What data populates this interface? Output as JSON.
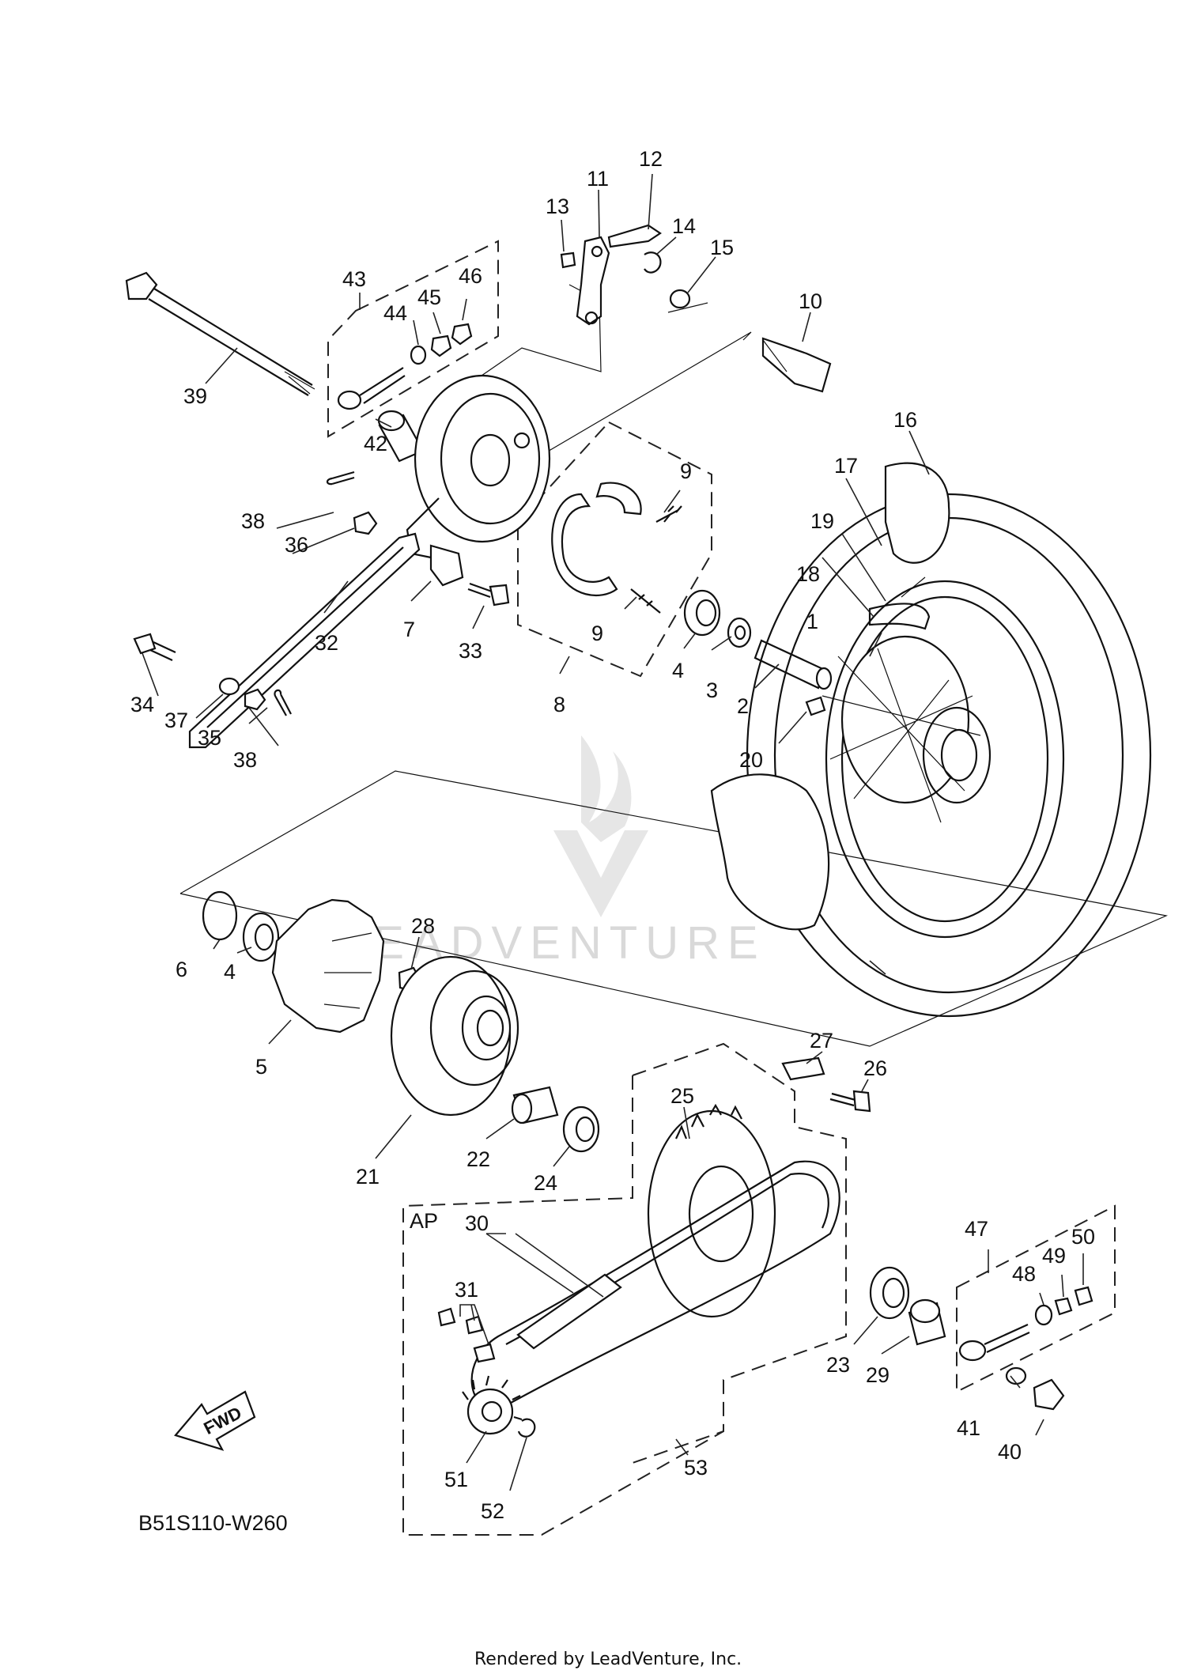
{
  "diagram": {
    "ap_label": "AP",
    "fwd_label": "FWD",
    "diagram_code": "B51S110-W260",
    "footer": "Rendered by LeadVenture, Inc.",
    "watermark": "LEADVENTURE",
    "parts": [
      {
        "id": "p1",
        "label": "1"
      },
      {
        "id": "p2",
        "label": "2"
      },
      {
        "id": "p3",
        "label": "3"
      },
      {
        "id": "p4a",
        "label": "4"
      },
      {
        "id": "p4b",
        "label": "4"
      },
      {
        "id": "p5",
        "label": "5"
      },
      {
        "id": "p6",
        "label": "6"
      },
      {
        "id": "p7",
        "label": "7"
      },
      {
        "id": "p8",
        "label": "8"
      },
      {
        "id": "p9a",
        "label": "9"
      },
      {
        "id": "p9b",
        "label": "9"
      },
      {
        "id": "p10",
        "label": "10"
      },
      {
        "id": "p11",
        "label": "11"
      },
      {
        "id": "p12",
        "label": "12"
      },
      {
        "id": "p13",
        "label": "13"
      },
      {
        "id": "p14",
        "label": "14"
      },
      {
        "id": "p15",
        "label": "15"
      },
      {
        "id": "p16",
        "label": "16"
      },
      {
        "id": "p17",
        "label": "17"
      },
      {
        "id": "p18",
        "label": "18"
      },
      {
        "id": "p19",
        "label": "19"
      },
      {
        "id": "p20",
        "label": "20"
      },
      {
        "id": "p21",
        "label": "21"
      },
      {
        "id": "p22",
        "label": "22"
      },
      {
        "id": "p23",
        "label": "23"
      },
      {
        "id": "p24",
        "label": "24"
      },
      {
        "id": "p25",
        "label": "25"
      },
      {
        "id": "p26",
        "label": "26"
      },
      {
        "id": "p27",
        "label": "27"
      },
      {
        "id": "p28",
        "label": "28"
      },
      {
        "id": "p29",
        "label": "29"
      },
      {
        "id": "p30",
        "label": "30"
      },
      {
        "id": "p31",
        "label": "31"
      },
      {
        "id": "p32",
        "label": "32"
      },
      {
        "id": "p33",
        "label": "33"
      },
      {
        "id": "p34",
        "label": "34"
      },
      {
        "id": "p35",
        "label": "35"
      },
      {
        "id": "p36",
        "label": "36"
      },
      {
        "id": "p37",
        "label": "37"
      },
      {
        "id": "p38a",
        "label": "38"
      },
      {
        "id": "p38b",
        "label": "38"
      },
      {
        "id": "p39",
        "label": "39"
      },
      {
        "id": "p40",
        "label": "40"
      },
      {
        "id": "p41",
        "label": "41"
      },
      {
        "id": "p42",
        "label": "42"
      },
      {
        "id": "p43",
        "label": "43"
      },
      {
        "id": "p44",
        "label": "44"
      },
      {
        "id": "p45",
        "label": "45"
      },
      {
        "id": "p46",
        "label": "46"
      },
      {
        "id": "p47",
        "label": "47"
      },
      {
        "id": "p48",
        "label": "48"
      },
      {
        "id": "p49",
        "label": "49"
      },
      {
        "id": "p50",
        "label": "50"
      },
      {
        "id": "p51",
        "label": "51"
      },
      {
        "id": "p52",
        "label": "52"
      },
      {
        "id": "p53",
        "label": "53"
      }
    ]
  }
}
